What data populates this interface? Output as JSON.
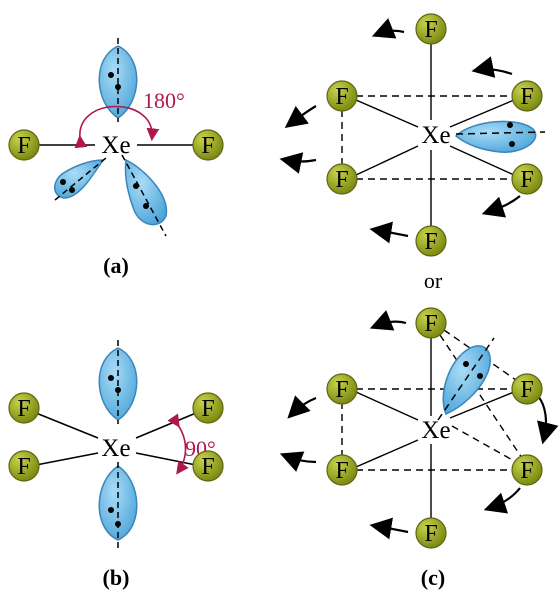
{
  "colors": {
    "fluorine_fill": "#8f9c1c",
    "fluorine_stroke": "#5c6612",
    "lone_pair_fill": "#6cb9e6",
    "lone_pair_stroke": "#3a86b8",
    "angle_color": "#b0174d"
  },
  "atoms": {
    "central": "Xe",
    "ligand": "F"
  },
  "panel_a": {
    "caption_open": "(",
    "caption_letter": "a",
    "caption_close": ")",
    "angle_label": "180°"
  },
  "panel_b": {
    "caption_open": "(",
    "caption_letter": "b",
    "caption_close": ")",
    "angle_label": "90°"
  },
  "panel_c": {
    "caption_open": "(",
    "caption_letter": "c",
    "caption_close": ")",
    "separator": "or"
  }
}
